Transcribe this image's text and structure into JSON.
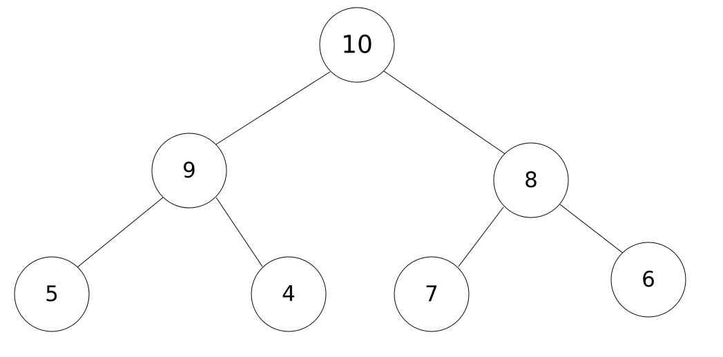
{
  "tree": {
    "nodes": [
      {
        "id": "n10",
        "label": "10"
      },
      {
        "id": "n9",
        "label": "9"
      },
      {
        "id": "n8",
        "label": "8"
      },
      {
        "id": "n5",
        "label": "5"
      },
      {
        "id": "n4",
        "label": "4"
      },
      {
        "id": "n7",
        "label": "7"
      },
      {
        "id": "n6",
        "label": "6"
      }
    ],
    "edges": [
      {
        "from": "n10",
        "to": "n9"
      },
      {
        "from": "n10",
        "to": "n8"
      },
      {
        "from": "n9",
        "to": "n5"
      },
      {
        "from": "n9",
        "to": "n4"
      },
      {
        "from": "n8",
        "to": "n7"
      },
      {
        "from": "n8",
        "to": "n6"
      }
    ]
  }
}
